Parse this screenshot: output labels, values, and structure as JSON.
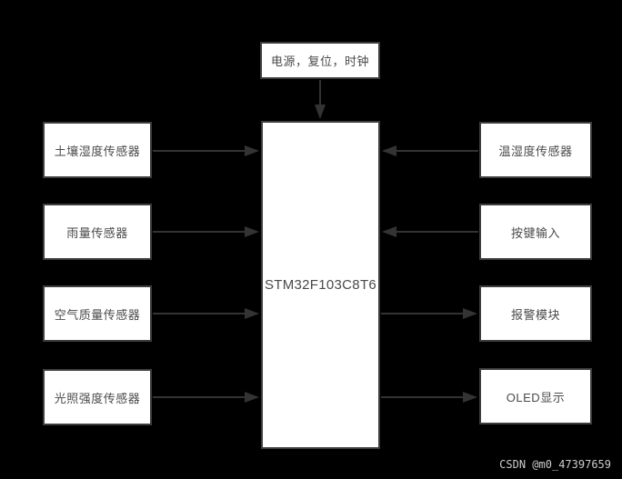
{
  "watermark": "CSDN @m0_47397659",
  "colors": {
    "background": "#000000",
    "box_fill": "#ffffff",
    "box_border": "#3d3d3d",
    "box_text": "#4a4a4a",
    "arrow": "#333333",
    "watermark_text": "#cccccc"
  },
  "diagram": {
    "center": {
      "label": "STM32F103C8T6"
    },
    "top": {
      "label": "电源，复位，时钟"
    },
    "left": [
      {
        "label": "土壤湿度传感器"
      },
      {
        "label": "雨量传感器"
      },
      {
        "label": "空气质量传感器"
      },
      {
        "label": "光照强度传感器"
      }
    ],
    "right": [
      {
        "label": "温湿度传感器"
      },
      {
        "label": "按键输入"
      },
      {
        "label": "报警模块"
      },
      {
        "label": "OLED显示"
      }
    ],
    "connections": [
      {
        "from": "电源，复位，时钟",
        "to": "STM32F103C8T6",
        "direction": "down"
      },
      {
        "from": "土壤湿度传感器",
        "to": "STM32F103C8T6",
        "direction": "right"
      },
      {
        "from": "雨量传感器",
        "to": "STM32F103C8T6",
        "direction": "right"
      },
      {
        "from": "空气质量传感器",
        "to": "STM32F103C8T6",
        "direction": "right"
      },
      {
        "from": "光照强度传感器",
        "to": "STM32F103C8T6",
        "direction": "right"
      },
      {
        "from": "温湿度传感器",
        "to": "STM32F103C8T6",
        "direction": "left"
      },
      {
        "from": "按键输入",
        "to": "STM32F103C8T6",
        "direction": "left"
      },
      {
        "from": "STM32F103C8T6",
        "to": "报警模块",
        "direction": "right"
      },
      {
        "from": "STM32F103C8T6",
        "to": "OLED显示",
        "direction": "right"
      }
    ]
  }
}
